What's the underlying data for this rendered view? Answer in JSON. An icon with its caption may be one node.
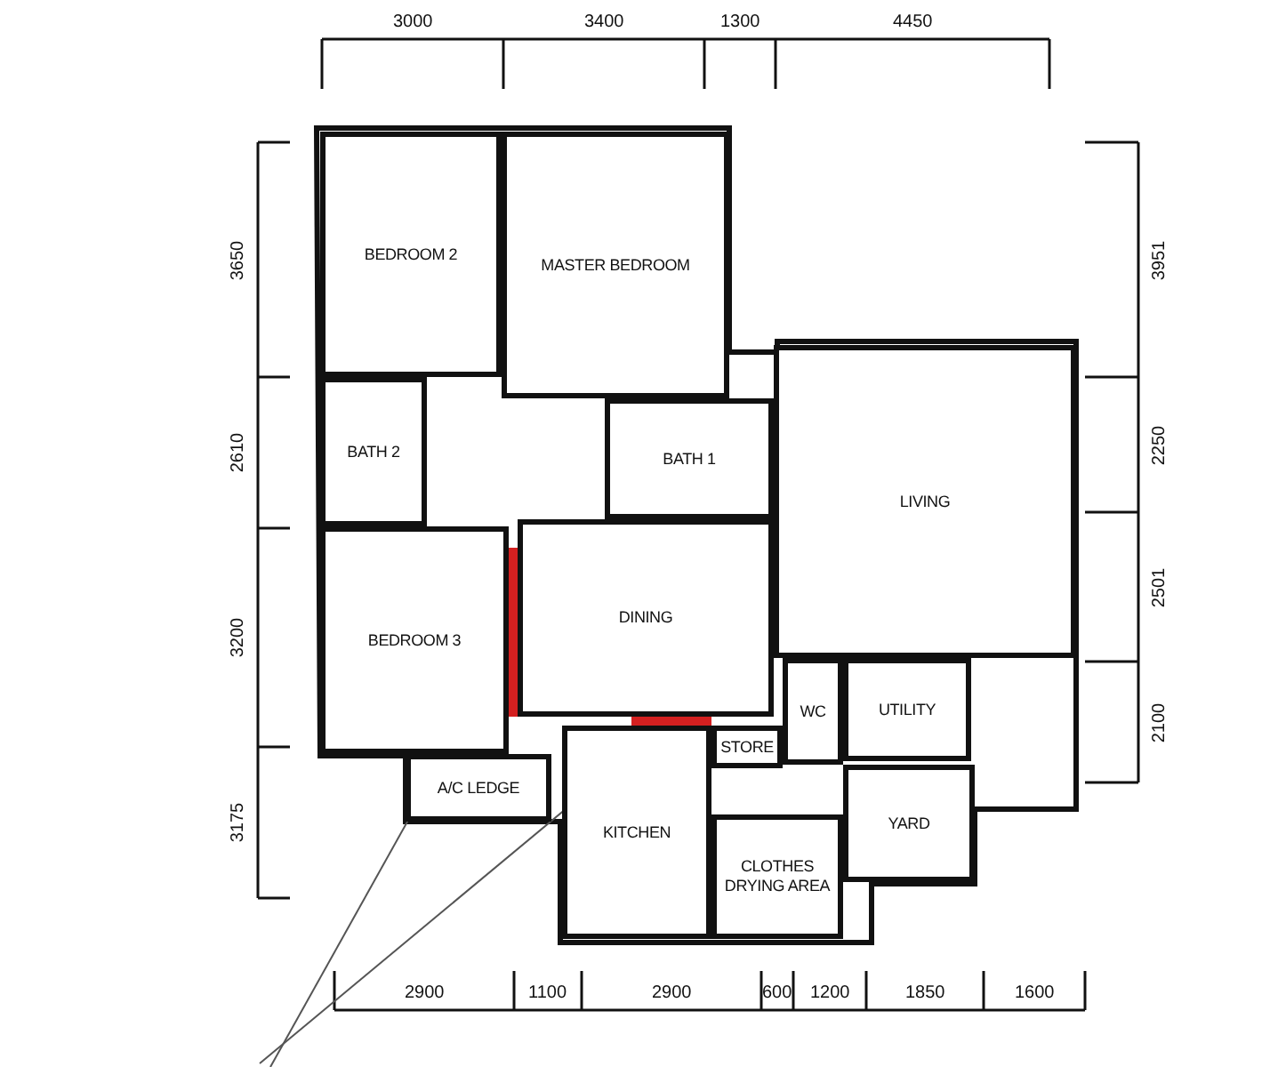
{
  "diagram": {
    "nodes": [
      {
        "text": [
          "BEDROOM 2"
        ]
      },
      {
        "text": [
          "MASTER BEDROOM"
        ]
      },
      {
        "text": [
          "BATH 2"
        ]
      },
      {
        "text": [
          "BATH 1"
        ]
      },
      {
        "text": [
          "LIVING"
        ]
      },
      {
        "text": [
          "BEDROOM 3"
        ]
      },
      {
        "text": [
          "DINING"
        ]
      },
      {
        "text": [
          "STORE"
        ]
      },
      {
        "text": [
          "WC"
        ]
      },
      {
        "text": [
          "UTILITY"
        ]
      },
      {
        "text": [
          "A/C LEDGE"
        ]
      },
      {
        "text": [
          "KITCHEN"
        ]
      },
      {
        "text": [
          "YARD"
        ]
      },
      {
        "text": [
          "CLOTHES DRYING AREA"
        ]
      },
      {
        "text": [],
        "shape": "bar"
      },
      {
        "text": [],
        "shape": "bar"
      }
    ],
    "edges": [
      {
        "from": null,
        "to": 14,
        "arrow": "none"
      },
      {
        "from": null,
        "to": 15,
        "arrow": "none"
      }
    ],
    "labels": [
      "3000",
      "3400",
      "1300",
      "4450",
      "3650",
      "2610",
      "3200",
      "3175",
      "3951",
      "2250",
      "2501",
      "2100",
      "2900",
      "1100",
      "2900",
      "600",
      "1200",
      "1850",
      "1600"
    ]
  }
}
